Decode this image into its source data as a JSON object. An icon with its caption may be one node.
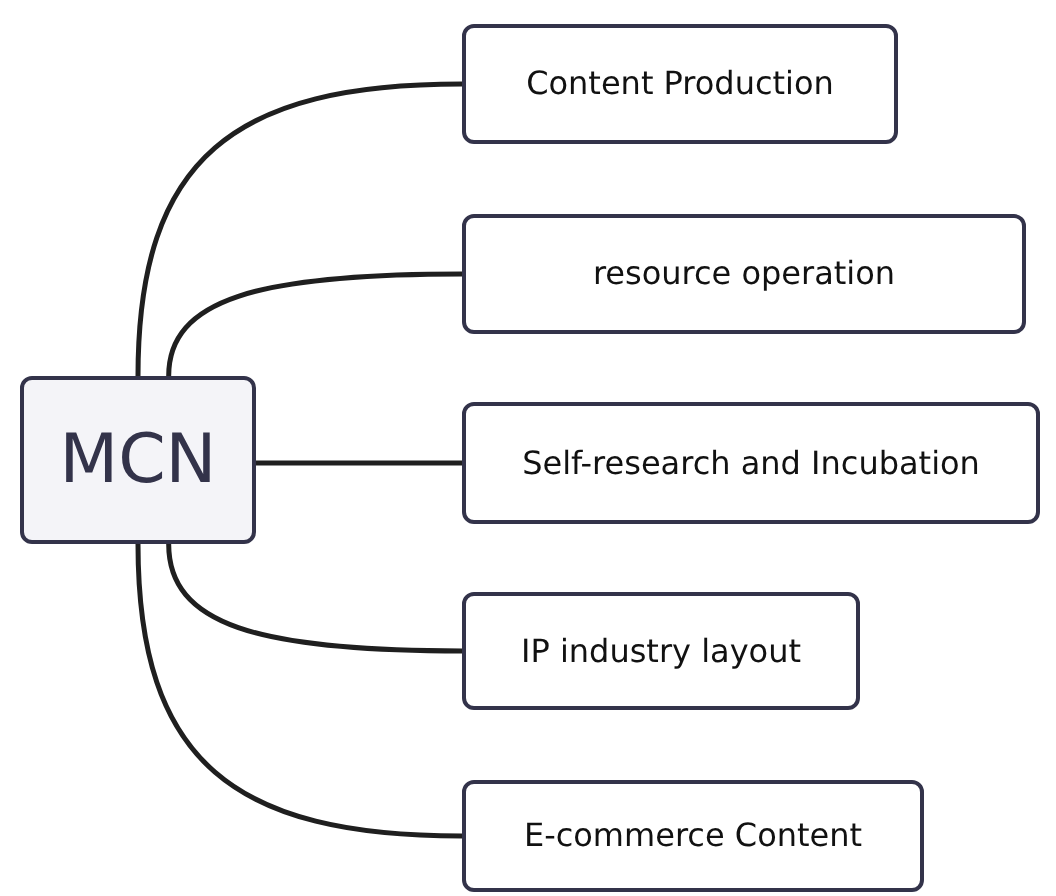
{
  "diagram": {
    "nodes": [
      {
        "text": [
          "MCN"
        ]
      },
      {
        "text": [
          "Content Production"
        ]
      },
      {
        "text": [
          "resource operation"
        ]
      },
      {
        "text": [
          "Self-research and Incubation"
        ]
      },
      {
        "text": [
          "IP industry layout"
        ]
      },
      {
        "text": [
          "E-commerce Content"
        ]
      }
    ],
    "edges": [
      {
        "from": 0,
        "to": 1,
        "arrow": "none"
      },
      {
        "from": 0,
        "to": 2,
        "arrow": "none"
      },
      {
        "from": 0,
        "to": 3,
        "arrow": "none"
      },
      {
        "from": 0,
        "to": 4,
        "arrow": "none"
      },
      {
        "from": 0,
        "to": 5,
        "arrow": "none"
      }
    ]
  }
}
